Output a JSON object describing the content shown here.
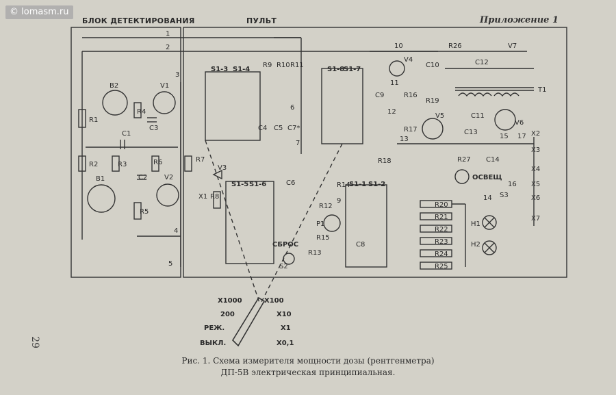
{
  "watermark": "lomasm.ru",
  "appendix_label": "Приложение 1",
  "page_number": "29",
  "blocks": {
    "detector": "БЛОК ДЕТЕКТИРОВАНИЯ",
    "console": "ПУЛЬТ"
  },
  "components": {
    "B1": "B1",
    "B2": "B2",
    "V1": "V1",
    "V2": "V2",
    "V3": "V3",
    "V4": "V4",
    "V5": "V5",
    "V6": "V6",
    "V7": "V7",
    "R1": "R1",
    "R2": "R2",
    "R3": "R3",
    "R4": "R4",
    "R5": "R5",
    "R6": "R6",
    "R7": "R7",
    "R8": "R8",
    "R9": "R9",
    "R10": "R10",
    "R11": "R11",
    "R12": "R12",
    "R13": "R13",
    "R14": "R14",
    "R15": "R15",
    "R16": "R16",
    "R17": "R17",
    "R18": "R18",
    "R19": "R19",
    "R20": "R20",
    "R21": "R21",
    "R22": "R22",
    "R23": "R23",
    "R24": "R24",
    "R25": "R25",
    "R26": "R26",
    "R27": "R27",
    "C1": "C1",
    "C2": "C2",
    "C3": "C3",
    "C4": "C4",
    "C5": "C5",
    "C6": "C6",
    "C7": "C7*",
    "C8": "C8",
    "C9": "C9",
    "C10": "C10",
    "C11": "C11",
    "C12": "C12",
    "C13": "C13",
    "C14": "C14",
    "X1": "X1",
    "X2": "X2",
    "X3": "X3",
    "X4": "X4",
    "X5": "X5",
    "X6": "X6",
    "X7": "X7",
    "T1": "T1",
    "P1": "P1",
    "H1": "H1",
    "H2": "H2",
    "S2": "S2",
    "S3": "S3"
  },
  "switch_sections": [
    "S1-3",
    "S1-4",
    "S1-8",
    "S1-7",
    "S1-5",
    "S1-6",
    "S1-1",
    "S1-2"
  ],
  "buttons": {
    "reset": "СБРОС",
    "light": "ОСВЕЩ"
  },
  "nodes": [
    "1",
    "2",
    "3",
    "4",
    "5",
    "6",
    "7",
    "9",
    "10",
    "11",
    "12",
    "13",
    "14",
    "15",
    "16",
    "17"
  ],
  "selector": {
    "positions": [
      "X1000",
      "200",
      "РЕЖ.",
      "ВЫКЛ.",
      "X100",
      "X10",
      "X1",
      "X0,1"
    ]
  },
  "caption": {
    "line1": "Рис. 1. Схема измерителя мощности дозы (рентгенметра)",
    "line2": "ДП-5В электрическая принципиальная."
  }
}
